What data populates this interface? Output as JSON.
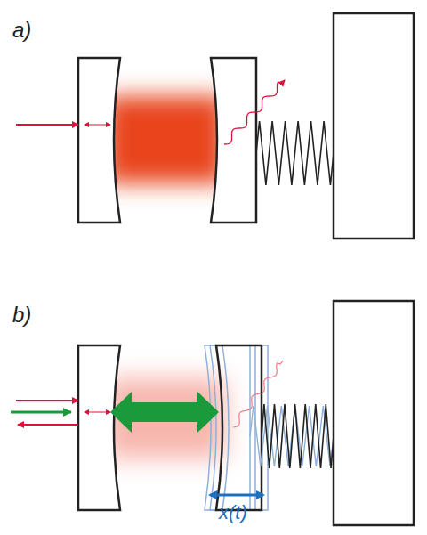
{
  "diagram": {
    "labels": [
      "a)",
      "b)",
      "x(t)"
    ]
  }
}
